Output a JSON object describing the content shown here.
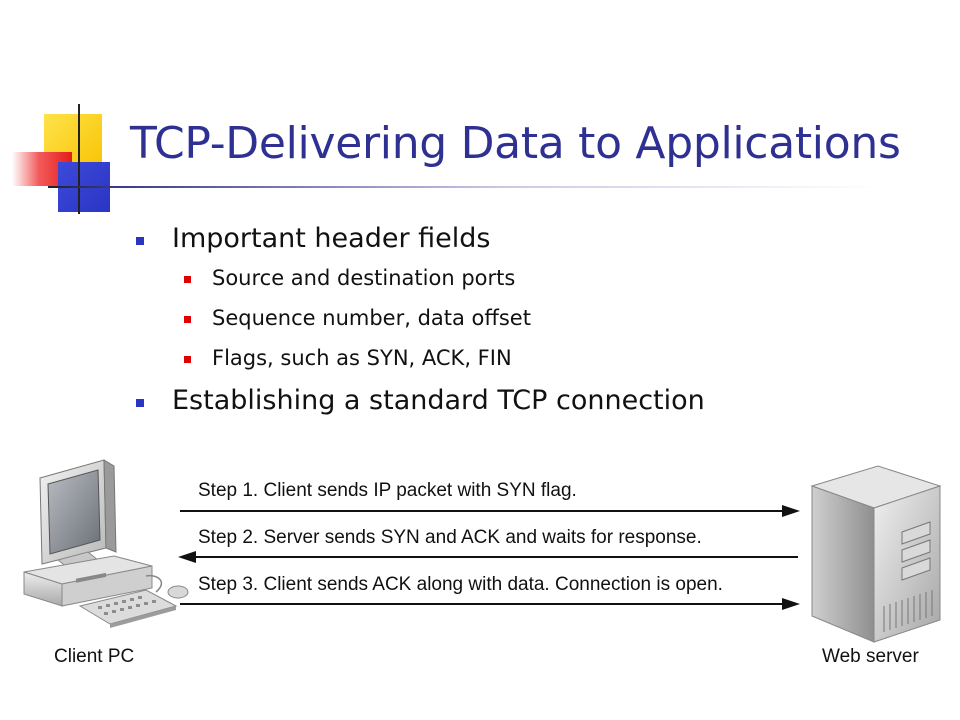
{
  "slide": {
    "title": "TCP-Delivering Data to Applications",
    "bullets": [
      {
        "text": "Important header fields",
        "sub": [
          "Source and destination ports",
          "Sequence number, data offset",
          "Flags, such as SYN, ACK, FIN"
        ]
      },
      {
        "text": "Establishing a standard TCP connection",
        "sub": []
      }
    ]
  },
  "diagram": {
    "steps": [
      "Step 1. Client sends IP packet with SYN flag.",
      "Step 2. Server sends SYN and ACK and waits for response.",
      "Step 3. Client sends ACK along with data. Connection is open."
    ],
    "client_label": "Client PC",
    "server_label": "Web server",
    "icons": [
      "client-pc-icon",
      "web-server-icon"
    ]
  },
  "colors": {
    "title": "#2e3192",
    "bullet_level1": "#2a35c4",
    "bullet_level2": "#e00000",
    "logo_yellow": "#f7c300",
    "logo_red": "#e51c1c",
    "logo_blue": "#2a35c4"
  }
}
